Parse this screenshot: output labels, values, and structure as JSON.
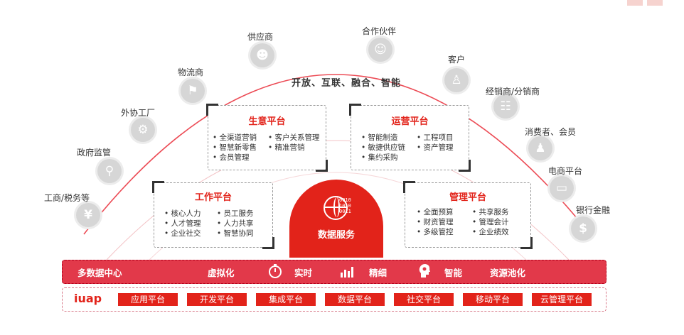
{
  "slogan": "开放、互联、融合、智能",
  "ecosystem_nodes": [
    {
      "label": "工商/税务等",
      "icon": "yen-icon"
    },
    {
      "label": "政府监管",
      "icon": "magnifier-icon"
    },
    {
      "label": "外协工厂",
      "icon": "gear-icon"
    },
    {
      "label": "物流商",
      "icon": "delivery-person-icon"
    },
    {
      "label": "供应商",
      "icon": "people-icon"
    },
    {
      "label": "合作伙伴",
      "icon": "partners-icon"
    },
    {
      "label": "客户",
      "icon": "person-icon"
    },
    {
      "label": "经销商/分销商",
      "icon": "group-icon"
    },
    {
      "label": "消费者、会员",
      "icon": "member-icon"
    },
    {
      "label": "电商平台",
      "icon": "computer-icon"
    },
    {
      "label": "银行金融",
      "icon": "dollar-icon"
    }
  ],
  "panels": {
    "business": {
      "title": "生意平台",
      "col1": [
        "全渠道营销",
        "智慧新零售",
        "会员管理"
      ],
      "col2": [
        "客户关系管理",
        "精准营销"
      ]
    },
    "operations": {
      "title": "运营平台",
      "col1": [
        "智能制造",
        "敏捷供应链",
        "集约采购"
      ],
      "col2": [
        "工程项目",
        "资产管理"
      ]
    },
    "work": {
      "title": "工作平台",
      "col1": [
        "核心人力",
        "人才管理",
        "企业社交"
      ],
      "col2": [
        "员工服务",
        "人力共享",
        "智慧协同"
      ]
    },
    "management": {
      "title": "管理平台",
      "col1": [
        "全面预算",
        "财资管理",
        "多级管控"
      ],
      "col2": [
        "共享服务",
        "管理会计",
        "企业绩效"
      ]
    }
  },
  "core": {
    "label": "数据服务",
    "bits": [
      "0010",
      "1010",
      "0011"
    ]
  },
  "band": {
    "left_label": "多数据中心",
    "items": [
      "虚拟化",
      "实时",
      "精细",
      "智能",
      "资源池化"
    ],
    "accent": "#e2394a"
  },
  "iuap": {
    "label": "iuap",
    "platforms": [
      "应用平台",
      "开发平台",
      "集成平台",
      "数据平台",
      "社交平台",
      "移动平台",
      "云管理平台"
    ]
  },
  "colors": {
    "brand_red": "#e2231a",
    "node_grey": "#d6d6d6"
  }
}
